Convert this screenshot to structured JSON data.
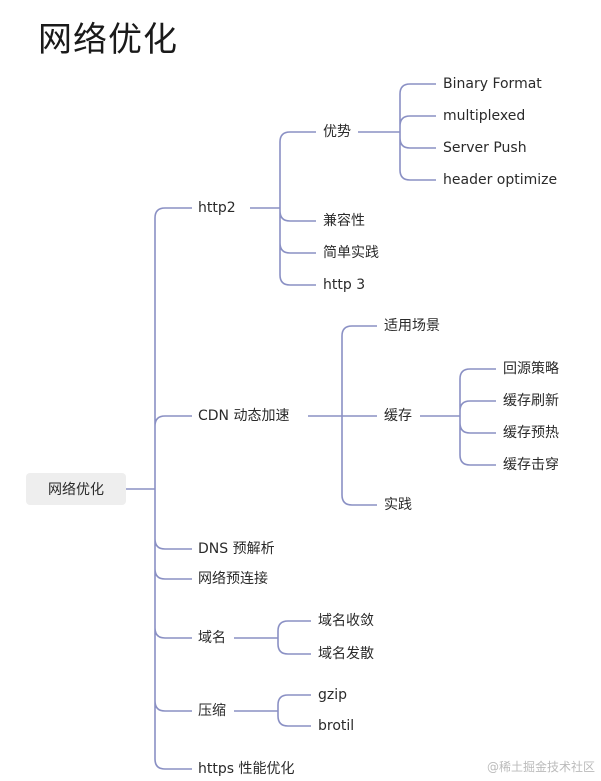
{
  "title": "网络优化",
  "colors": {
    "link": "#8a90c4",
    "root_bg": "#eeeeee"
  },
  "tree": {
    "root": "网络优化",
    "http2": {
      "label": "http2",
      "advantage": {
        "label": "优势",
        "items": [
          "Binary Format",
          "multiplexed",
          "Server Push",
          "header optimize"
        ]
      },
      "compat": "兼容性",
      "practice": "简单实践",
      "http3": "http 3"
    },
    "cdn": {
      "label": "CDN 动态加速",
      "scenes": "适用场景",
      "cache": {
        "label": "缓存",
        "items": [
          "回源策略",
          "缓存刷新",
          "缓存预热",
          "缓存击穿"
        ]
      },
      "practice": "实践"
    },
    "dns": "DNS 预解析",
    "preconnect": "网络预连接",
    "domain": {
      "label": "域名",
      "items": [
        "域名收敛",
        "域名发散"
      ]
    },
    "compress": {
      "label": "压缩",
      "items": [
        "gzip",
        "brotil"
      ]
    },
    "https": "https 性能优化"
  },
  "credit": "@稀土掘金技术社区"
}
